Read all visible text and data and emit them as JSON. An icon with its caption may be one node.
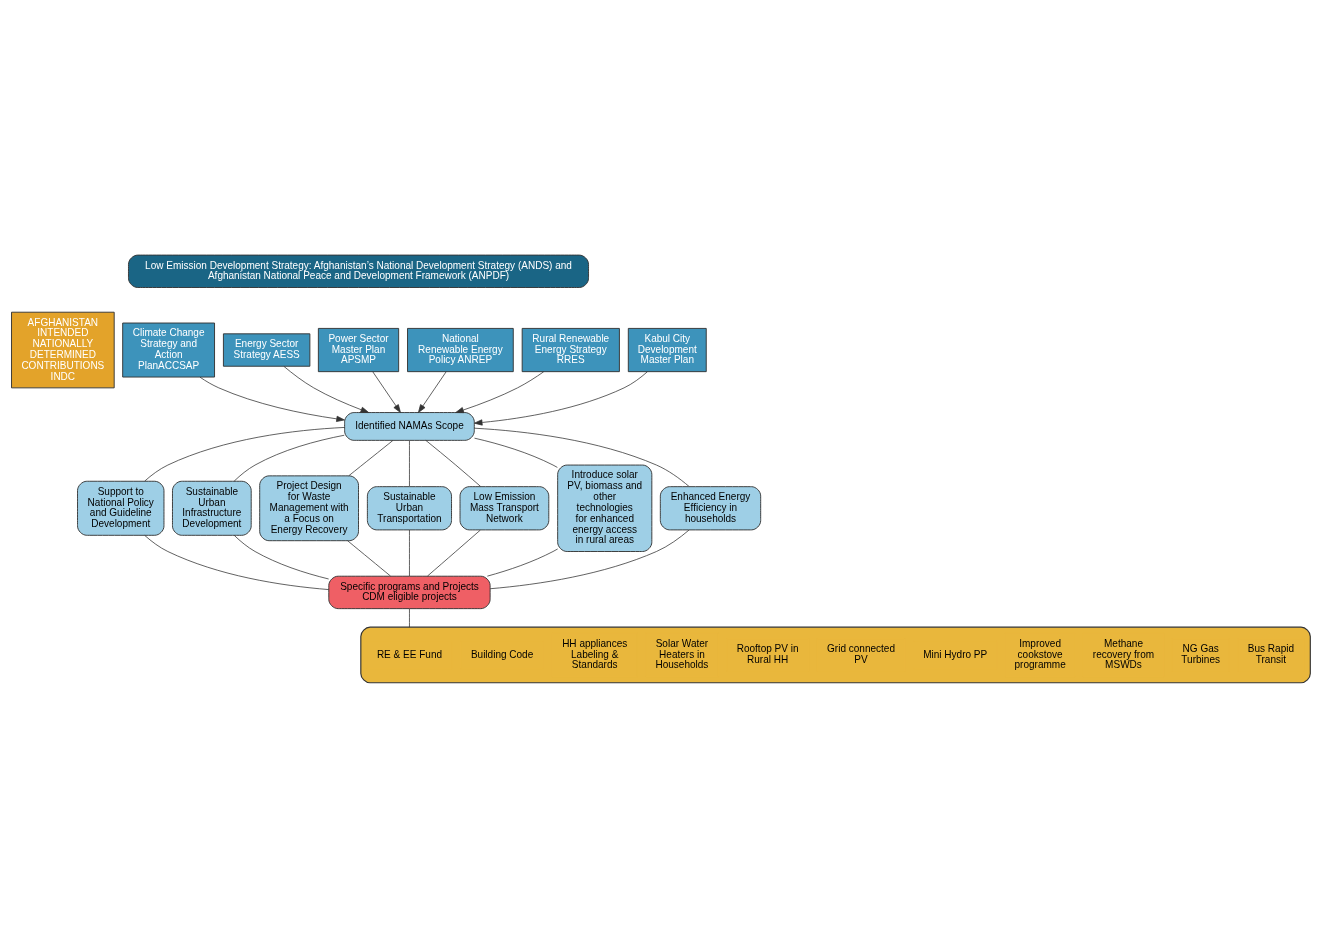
{
  "diagram": {
    "nodes": [
      {
        "text": [
          "AFGHANISTAN INTENDED NATIONALLY DETERMINED CONTRIBUTIONS INDC"
        ]
      },
      {
        "text": [
          "Low Emission Development Strategy: Afghanistan’s National Development Strategy (ANDS) and Afghanistan National Peace and Development Framework (ANPDF)"
        ]
      },
      {
        "text": [
          "Climate Change Strategy and Action PlanACCSAP"
        ]
      },
      {
        "text": [
          "Energy Sector Strategy AESS"
        ]
      },
      {
        "text": [
          "Power Sector Master Plan APSMP"
        ]
      },
      {
        "text": [
          "National Renewable Energy Policy ANREP"
        ]
      },
      {
        "text": [
          "Rural Renewable Energy Strategy RRES"
        ]
      },
      {
        "text": [
          "Kabul City Development Master Plan"
        ]
      },
      {
        "text": [
          "Identified NAMAs Scope"
        ]
      },
      {
        "text": [
          "Support to National Policy and Guideline Development"
        ]
      },
      {
        "text": [
          "Sustainable Urban Infrastructure Development"
        ]
      },
      {
        "text": [
          "Project Design for Waste Management with a Focus on Energy Recovery"
        ]
      },
      {
        "text": [
          "Sustainable Urban Transportation"
        ]
      },
      {
        "text": [
          "Low Emission Mass Transport Network"
        ]
      },
      {
        "text": [
          "Introduce solar PV, biomass and other technologies for enhanced energy access in rural areas"
        ]
      },
      {
        "text": [
          "Enhanced Energy Efficiency in households"
        ]
      },
      {
        "text": [
          "Specific programs and Projects CDM eligible projects"
        ]
      },
      {
        "text": [],
        "shape": "box"
      },
      {
        "text": [
          "RE & EE Fund"
        ],
        "in": 17
      },
      {
        "text": [
          "Building Code"
        ],
        "in": 17
      },
      {
        "text": [
          "HH appliances Labeling & Standards"
        ],
        "in": 17
      },
      {
        "text": [
          "Solar Water Heaters in Households"
        ],
        "in": 17
      },
      {
        "text": [
          "Rooftop PV in Rural HH"
        ],
        "in": 17
      },
      {
        "text": [
          "Grid connected PV"
        ],
        "in": 17
      },
      {
        "text": [
          "Mini Hydro PP"
        ],
        "in": 17
      },
      {
        "text": [
          "Improved cookstove programme"
        ],
        "in": 17
      },
      {
        "text": [
          "Methane recovery from MSWDs"
        ],
        "in": 17
      },
      {
        "text": [
          "NG Gas Turbines"
        ],
        "in": 17
      },
      {
        "text": [
          "Bus Rapid Transit"
        ],
        "in": 17
      }
    ],
    "edges": [
      {
        "from": 2,
        "to": 8,
        "arrow": "to"
      },
      {
        "from": 3,
        "to": 8,
        "arrow": "to"
      },
      {
        "from": 4,
        "to": 8,
        "arrow": "to"
      },
      {
        "from": 5,
        "to": 8,
        "arrow": "to"
      },
      {
        "from": 6,
        "to": 8,
        "arrow": "to"
      },
      {
        "from": 7,
        "to": 8,
        "arrow": "to"
      },
      {
        "from": 8,
        "to": 9,
        "arrow": "none"
      },
      {
        "from": 8,
        "to": 10,
        "arrow": "none"
      },
      {
        "from": 8,
        "to": 11,
        "arrow": "none"
      },
      {
        "from": 8,
        "to": 12,
        "arrow": "none"
      },
      {
        "from": 8,
        "to": 13,
        "arrow": "none"
      },
      {
        "from": 8,
        "to": 14,
        "arrow": "none"
      },
      {
        "from": 8,
        "to": 15,
        "arrow": "none"
      },
      {
        "from": 9,
        "to": 16,
        "arrow": "none"
      },
      {
        "from": 10,
        "to": 16,
        "arrow": "none"
      },
      {
        "from": 11,
        "to": 16,
        "arrow": "none"
      },
      {
        "from": 12,
        "to": 16,
        "arrow": "none"
      },
      {
        "from": 13,
        "to": 16,
        "arrow": "none"
      },
      {
        "from": 14,
        "to": 16,
        "arrow": "none"
      },
      {
        "from": 15,
        "to": 16,
        "arrow": "none"
      },
      {
        "from": 16,
        "to": 17,
        "arrow": "none"
      }
    ]
  }
}
